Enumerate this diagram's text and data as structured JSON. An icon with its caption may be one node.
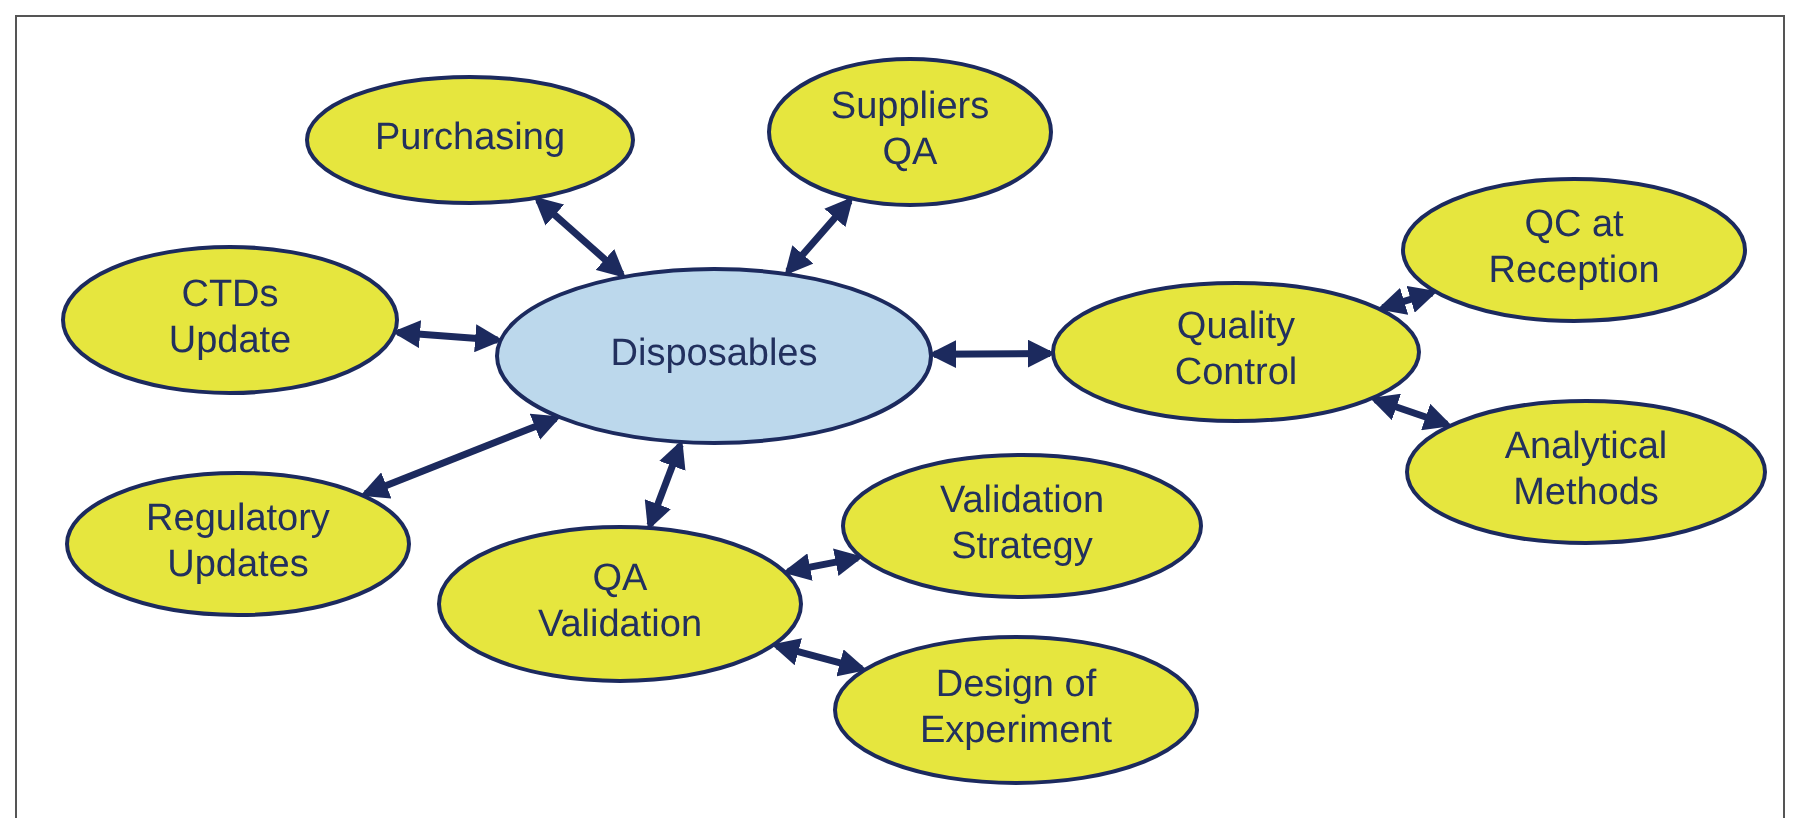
{
  "diagram": {
    "nodes": [
      {
        "text": [
          "Disposables"
        ]
      },
      {
        "text": [
          "Purchasing"
        ]
      },
      {
        "text": [
          "Suppliers QA"
        ]
      },
      {
        "text": [
          "CTDs Update"
        ]
      },
      {
        "text": [
          "Quality Control"
        ]
      },
      {
        "text": [
          "QC at Reception"
        ]
      },
      {
        "text": [
          "Analytical Methods"
        ]
      },
      {
        "text": [
          "Regulatory Updates"
        ]
      },
      {
        "text": [
          "QA Validation"
        ]
      },
      {
        "text": [
          "Validation Strategy"
        ]
      },
      {
        "text": [
          "Design of Experiment"
        ]
      }
    ],
    "edges": [
      {
        "from": 0,
        "to": 1,
        "arrow": "both"
      },
      {
        "from": 0,
        "to": 2,
        "arrow": "both"
      },
      {
        "from": 0,
        "to": 3,
        "arrow": "both"
      },
      {
        "from": 0,
        "to": 4,
        "arrow": "both"
      },
      {
        "from": 4,
        "to": 5,
        "arrow": "both"
      },
      {
        "from": 4,
        "to": 6,
        "arrow": "both"
      },
      {
        "from": 0,
        "to": 7,
        "arrow": "both"
      },
      {
        "from": 0,
        "to": 8,
        "arrow": "both"
      },
      {
        "from": 8,
        "to": 9,
        "arrow": "both"
      },
      {
        "from": 8,
        "to": 10,
        "arrow": "both"
      }
    ]
  }
}
